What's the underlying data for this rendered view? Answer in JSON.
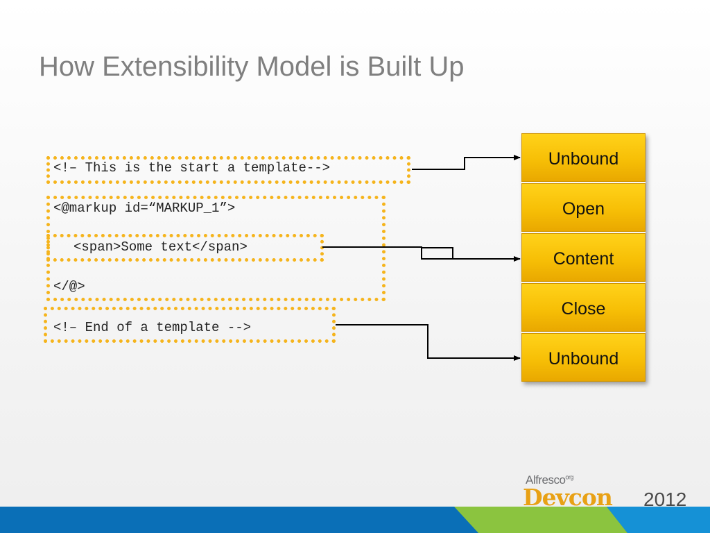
{
  "slide": {
    "title": "How Extensibility Model is Built Up"
  },
  "code_lines": {
    "start_comment": "<!– This is the start a template-->",
    "markup_open": "<@markup id=“MARKUP_1”>",
    "span_line": "<span>Some text</span>",
    "markup_close": "</@>",
    "end_comment": "<!– End of a template -->"
  },
  "stack": {
    "items": [
      {
        "label": "Unbound"
      },
      {
        "label": "Open"
      },
      {
        "label": "Content"
      },
      {
        "label": "Close"
      },
      {
        "label": "Unbound"
      }
    ]
  },
  "logo": {
    "brand": "Alfresco",
    "brand_suffix": "org",
    "event": "Devcon",
    "year": "2012"
  },
  "colors": {
    "title": "#7f7f7f",
    "dash": "#f5b41c",
    "block": "#f7bf06",
    "footer_blue": "#0a6fb7",
    "footer_green": "#8bc43f"
  }
}
